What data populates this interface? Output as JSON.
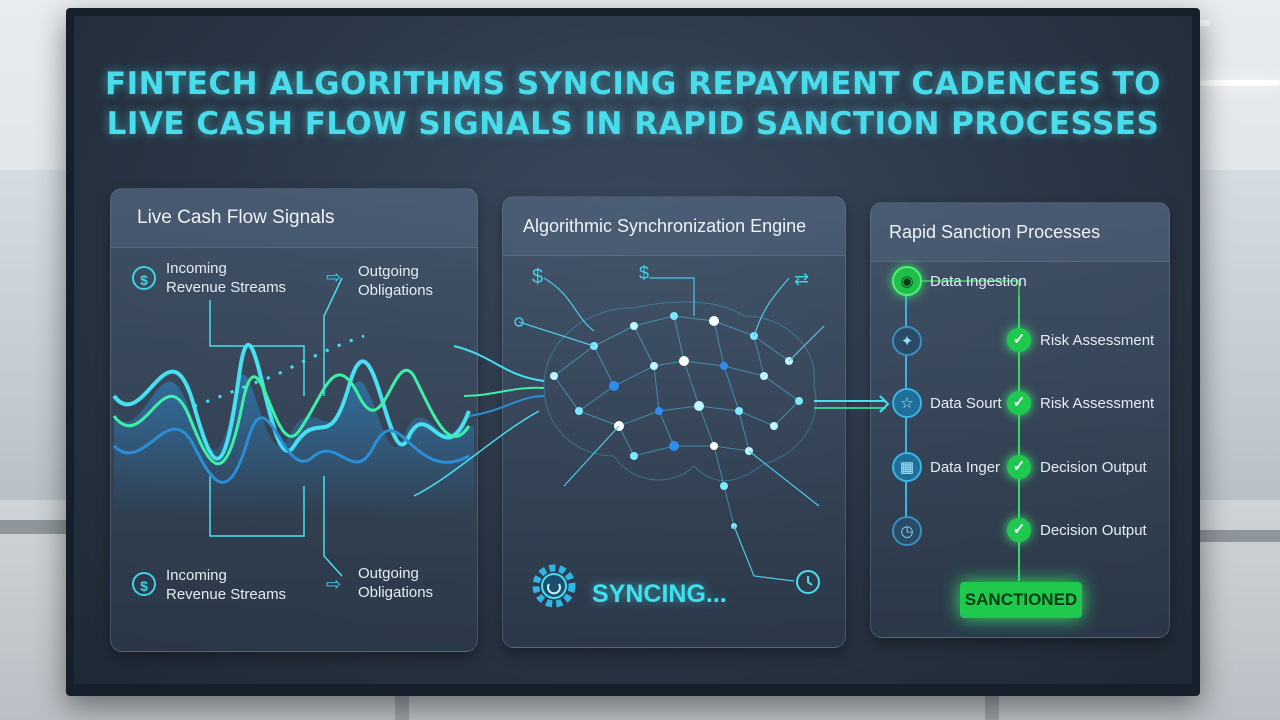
{
  "title_line1": "FINTECH ALGORITHMS SYNCING REPAYMENT CADENCES TO",
  "title_line2": "LIVE CASH FLOW SIGNALS IN RAPID SANCTION PROCESSES",
  "left_panel": {
    "heading": "Live Cash Flow Signals",
    "incoming_top": [
      "Incoming",
      "Revenue Streams"
    ],
    "outgoing_top": [
      "Outgoing",
      "Obligations"
    ],
    "incoming_bottom": [
      "Incoming",
      "Revenue Streams"
    ],
    "outgoing_bottom": [
      "Outgoing",
      "Obligations"
    ]
  },
  "middle_panel": {
    "heading": "Algorithmic Synchronization Engine",
    "status": "SYNCING..."
  },
  "right_panel": {
    "heading": "Rapid Sanction Processes",
    "steps_left": [
      "Data Ingestion",
      "Data Sourt",
      "Data Inger"
    ],
    "steps_right": [
      "Risk Assessment",
      "Risk Assessment",
      "Decision Output",
      "Decision Output"
    ],
    "badge": "SANCTIONED"
  },
  "colors": {
    "accent_cyan": "#49dcea",
    "signal_green": "#1ec94c",
    "signal_blue": "#2a8fd6"
  },
  "icons": [
    "dollar-icon",
    "arrow-right-icon",
    "gear-icon",
    "clock-icon",
    "check-icon",
    "star-icon",
    "bolt-icon"
  ]
}
